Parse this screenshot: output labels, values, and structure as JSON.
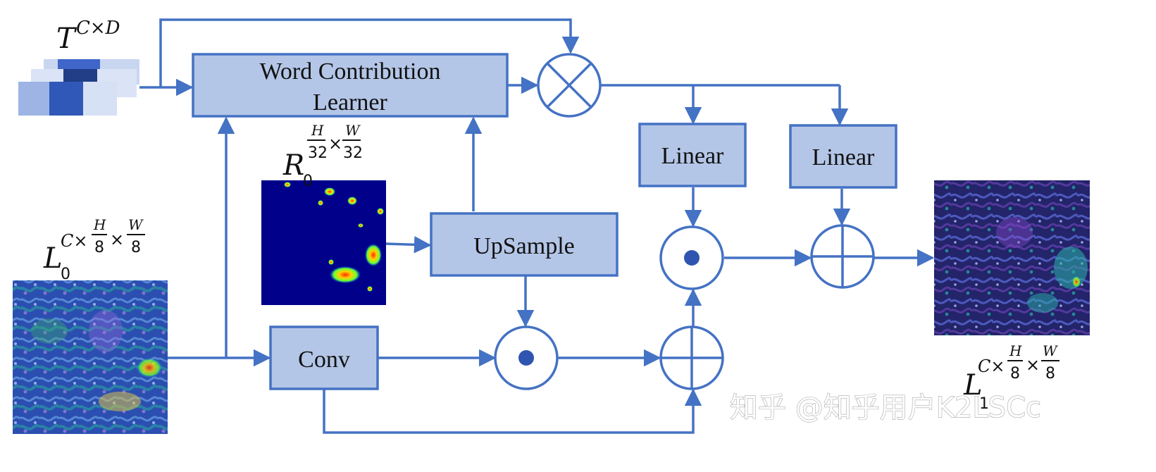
{
  "modules": {
    "word_contribution_line1": "Word Contribution",
    "word_contribution_line2": "Learner",
    "upsample": "UpSample",
    "conv": "Conv",
    "linear_left": "Linear",
    "linear_right": "Linear"
  },
  "symbols": {
    "T": {
      "base": "T",
      "sup": "C×D"
    },
    "R": {
      "base": "R",
      "sub": "0",
      "sup_h": "H",
      "sup_h_den": "32",
      "sup_times": "×",
      "sup_w": "W",
      "sup_w_den": "32"
    },
    "L0": {
      "base": "L",
      "sub": "0",
      "sup_c": "C×",
      "sup_h": "H",
      "sup_h_den": "8",
      "sup_times": "×",
      "sup_w": "W",
      "sup_w_den": "8"
    },
    "L1": {
      "base": "L",
      "sub": "1",
      "sup_c": "C×",
      "sup_h": "H",
      "sup_h_den": "8",
      "sup_times": "×",
      "sup_w": "W",
      "sup_w_den": "8"
    }
  },
  "operators": {
    "multiply": "cross-product",
    "dot_1": "elementwise-product",
    "dot_2": "elementwise-product",
    "sum_1": "addition",
    "sum_2": "addition"
  },
  "watermark": "知乎 @知乎用户K2LSCc",
  "colors": {
    "box_fill": "#b4c6e7",
    "line": "#4472c4",
    "heatmap_deep": "#00008b",
    "text": "#111111"
  }
}
